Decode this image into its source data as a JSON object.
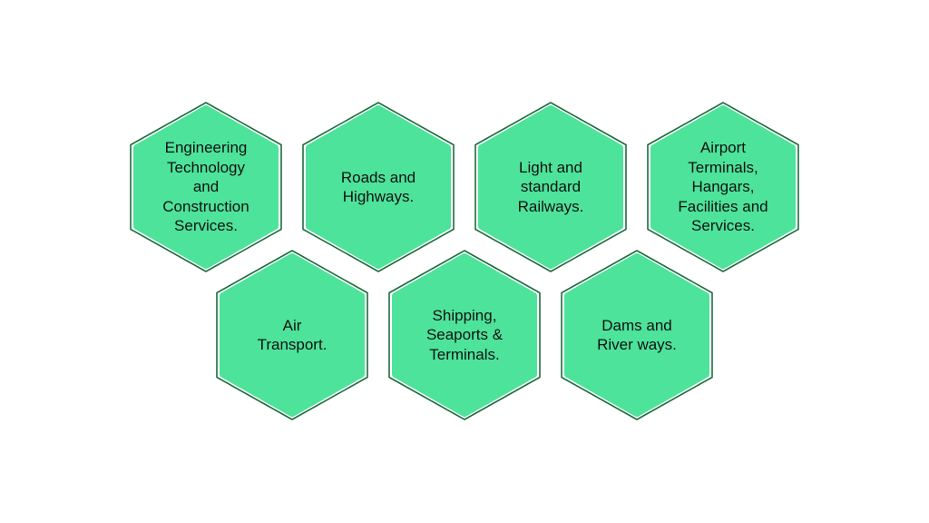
{
  "colors": {
    "fill": "#4de39a",
    "outline": "#1f6b3f",
    "background": "#ffffff"
  },
  "hexagons": [
    {
      "label": "Engineering\nTechnology\nand\nConstruction\nServices."
    },
    {
      "label": "Roads and\nHighways."
    },
    {
      "label": "Light and\nstandard\nRailways."
    },
    {
      "label": "Airport\nTerminals,\nHangars,\nFacilities and\nServices."
    },
    {
      "label": "Air\nTransport."
    },
    {
      "label": "Shipping,\nSeaports &\nTerminals."
    },
    {
      "label": "Dams and\nRiver ways."
    }
  ]
}
